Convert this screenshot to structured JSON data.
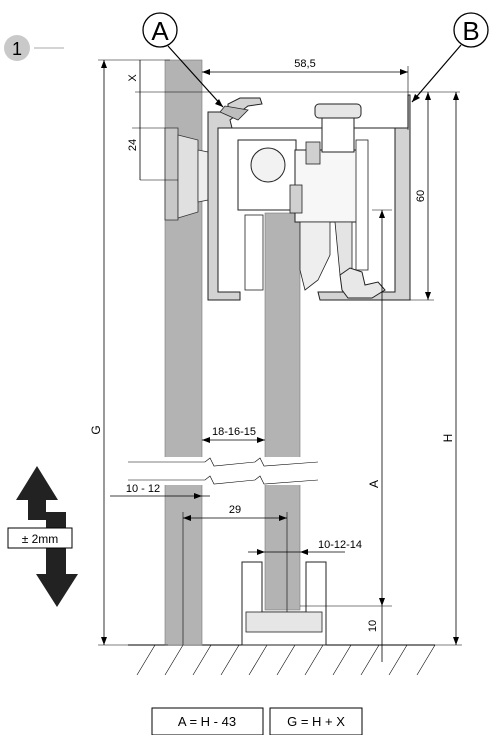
{
  "callouts": {
    "a": "A",
    "b": "B",
    "step": "1"
  },
  "dimensions": {
    "x_top": "X",
    "width_top": "58,5",
    "d24": "24",
    "d60": "60",
    "g": "G",
    "h": "H",
    "a": "A",
    "panel_thickness": "18-16-15",
    "d10_12": "10 - 12",
    "d29": "29",
    "d10_12_14": "10-12-14",
    "d10": "10"
  },
  "adjust_label": "± 2mm",
  "formulas": {
    "a_formula": "A = H - 43",
    "g_formula": "G = H + X"
  },
  "colors": {
    "panel": "#b3b3b3",
    "profile": "#d3d3d3",
    "badge": "#c9c9c9",
    "line": "#000000"
  }
}
